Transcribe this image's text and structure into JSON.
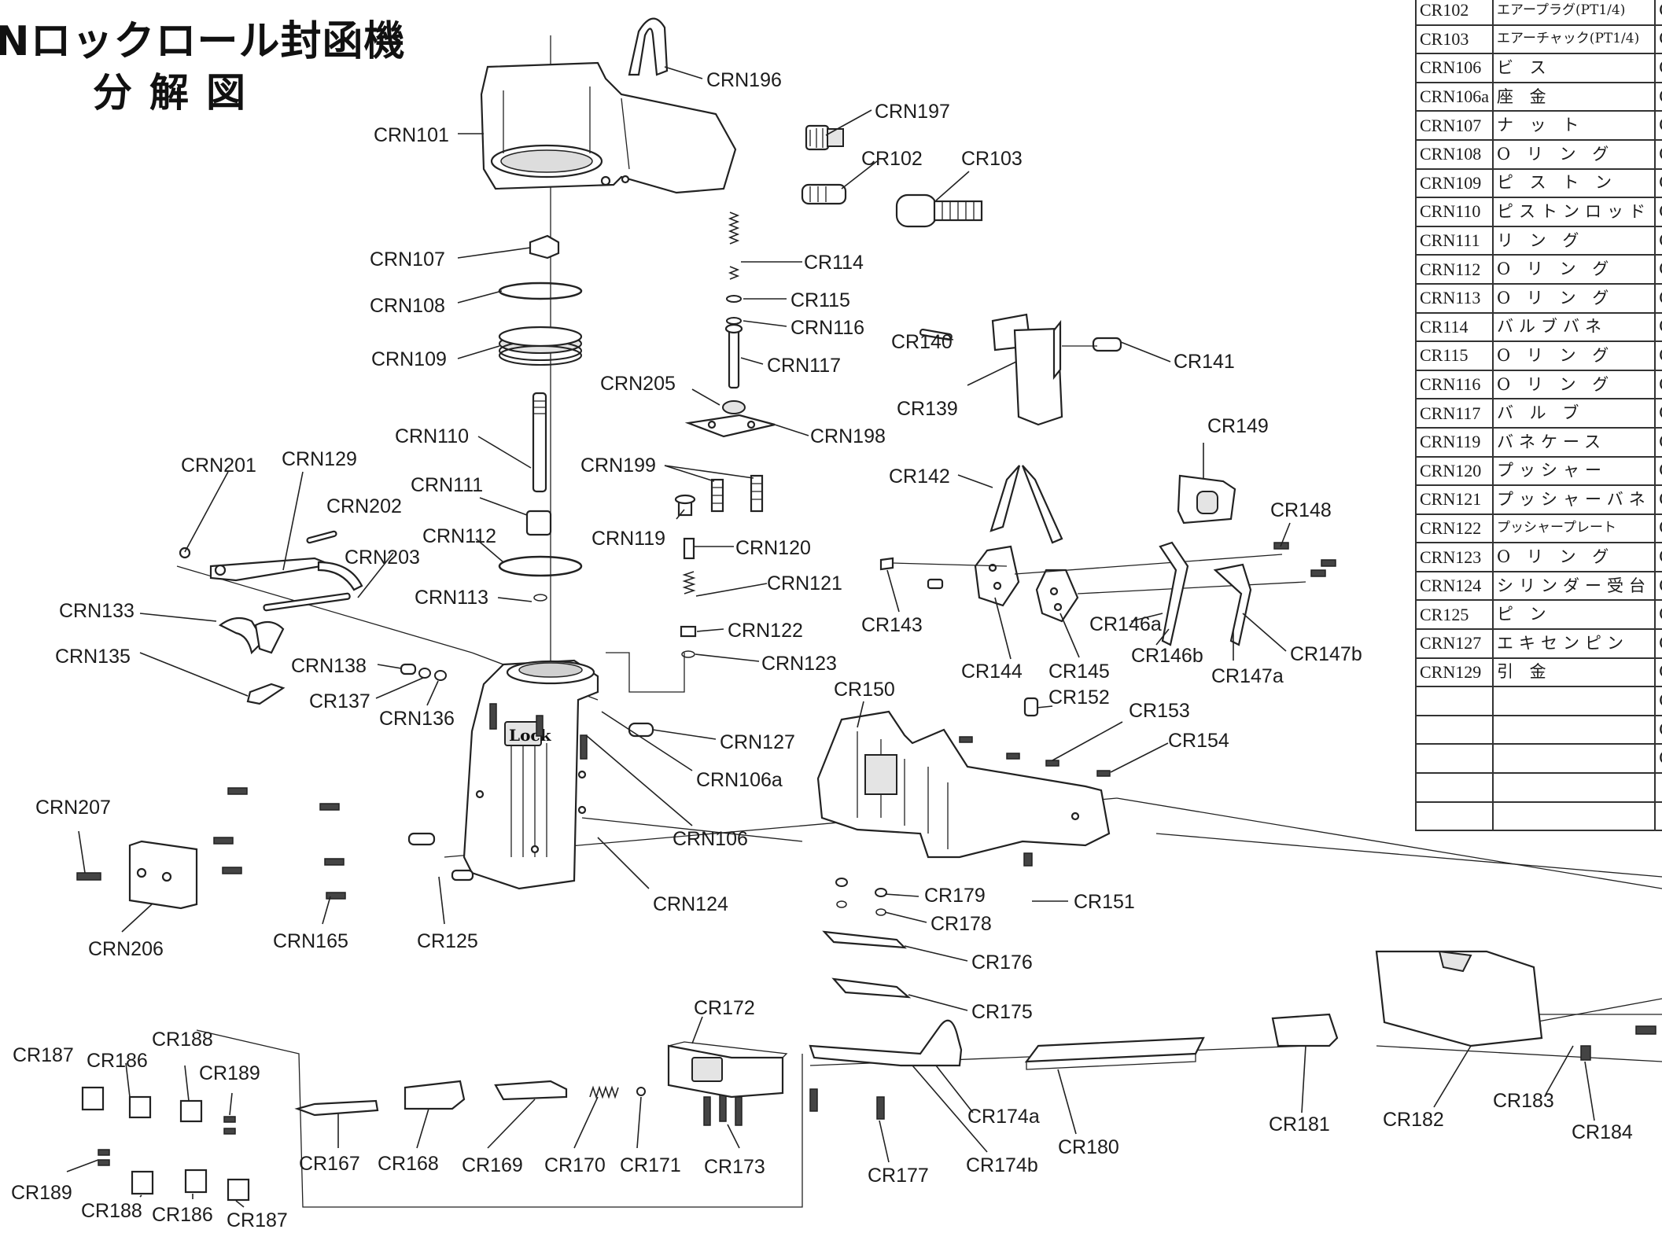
{
  "title": {
    "line1": "Nロックロール封函機",
    "line2": "分解図"
  },
  "parts_table": {
    "rows": [
      {
        "code": "CR102",
        "name": "エアープラグ(PT1/4)",
        "tight": true,
        "extra": "C"
      },
      {
        "code": "CR103",
        "name": "エアーチャック(PT1/4)",
        "tight": true,
        "extra": "C"
      },
      {
        "code": "CRN106",
        "name": "ビ ス",
        "tight": false,
        "extra": "C"
      },
      {
        "code": "CRN106a",
        "name": "座 金",
        "tight": false,
        "extra": "C"
      },
      {
        "code": "CRN107",
        "name": "ナ ッ ト",
        "tight": false,
        "extra": "C"
      },
      {
        "code": "CRN108",
        "name": "O リ ン グ",
        "tight": false,
        "extra": "C"
      },
      {
        "code": "CRN109",
        "name": "ピ ス ト ン",
        "tight": false,
        "extra": "C"
      },
      {
        "code": "CRN110",
        "name": "ピストンロッド",
        "tight": false,
        "extra": "C"
      },
      {
        "code": "CRN111",
        "name": "リ ン グ",
        "tight": false,
        "extra": "C"
      },
      {
        "code": "CRN112",
        "name": "O リ ン グ",
        "tight": false,
        "extra": "C"
      },
      {
        "code": "CRN113",
        "name": "O リ ン グ",
        "tight": false,
        "extra": "C"
      },
      {
        "code": "CR114",
        "name": "バルブバネ",
        "tight": false,
        "extra": "C"
      },
      {
        "code": "CR115",
        "name": "O リ ン グ",
        "tight": false,
        "extra": "C"
      },
      {
        "code": "CRN116",
        "name": "O リ ン グ",
        "tight": false,
        "extra": "C"
      },
      {
        "code": "CRN117",
        "name": "バ ル ブ",
        "tight": false,
        "extra": "C"
      },
      {
        "code": "CRN119",
        "name": "バネケース",
        "tight": false,
        "extra": "C"
      },
      {
        "code": "CRN120",
        "name": "プッシャー",
        "tight": false,
        "extra": "C"
      },
      {
        "code": "CRN121",
        "name": "プッシャーバネ",
        "tight": false,
        "extra": "C"
      },
      {
        "code": "CRN122",
        "name": "プッシャープレート",
        "tight": true,
        "extra": "C"
      },
      {
        "code": "CRN123",
        "name": "O リ ン グ",
        "tight": false,
        "extra": "C"
      },
      {
        "code": "CRN124",
        "name": "シリンダー受台",
        "tight": false,
        "extra": "C"
      },
      {
        "code": "CR125",
        "name": "ピ ン",
        "tight": false,
        "extra": "C"
      },
      {
        "code": "CRN127",
        "name": "エキセンピン",
        "tight": false,
        "extra": "C"
      },
      {
        "code": "CRN129",
        "name": "引 金",
        "tight": false,
        "extra": "C"
      },
      {
        "code": "",
        "name": "",
        "tight": false,
        "extra": "C"
      },
      {
        "code": "",
        "name": "",
        "tight": false,
        "extra": "C"
      },
      {
        "code": "",
        "name": "",
        "tight": false,
        "extra": "C"
      },
      {
        "code": "",
        "name": "",
        "tight": false,
        "extra": ""
      },
      {
        "code": "",
        "name": "",
        "tight": false,
        "extra": ""
      }
    ]
  },
  "callouts": {
    "CRN196": "CRN196",
    "CRN197": "CRN197",
    "CRN101": "CRN101",
    "CR102": "CR102",
    "CR103": "CR103",
    "CRN107": "CRN107",
    "CRN108": "CRN108",
    "CRN109": "CRN109",
    "CRN110": "CRN110",
    "CRN111": "CRN111",
    "CRN112": "CRN112",
    "CRN113": "CRN113",
    "CR114": "CR114",
    "CR115": "CR115",
    "CRN116": "CRN116",
    "CRN117": "CRN117",
    "CRN205": "CRN205",
    "CRN198": "CRN198",
    "CRN199": "CRN199",
    "CRN119": "CRN119",
    "CRN120": "CRN120",
    "CRN121": "CRN121",
    "CRN122": "CRN122",
    "CRN123": "CRN123",
    "CRN201": "CRN201",
    "CRN129": "CRN129",
    "CRN202": "CRN202",
    "CRN203": "CRN203",
    "CRN133": "CRN133",
    "CRN135": "CRN135",
    "CRN138": "CRN138",
    "CR137": "CR137",
    "CRN136": "CRN136",
    "CRN127": "CRN127",
    "CRN106a": "CRN106a",
    "CRN106": "CRN106",
    "CRN124": "CRN124",
    "CRN207": "CRN207",
    "CRN206": "CRN206",
    "CRN165": "CRN165",
    "CR125": "CR125",
    "CR140": "CR140",
    "CR141": "CR141",
    "CR139": "CR139",
    "CR149": "CR149",
    "CR142": "CR142",
    "CR148": "CR148",
    "CR143": "CR143",
    "CR144": "CR144",
    "CR145": "CR145",
    "CR146a": "CR146a",
    "CR146b": "CR146b",
    "CR147a": "CR147a",
    "CR147b": "CR147b",
    "CR150": "CR150",
    "CR152": "CR152",
    "CR153": "CR153",
    "CR154": "CR154",
    "CR151": "CR151",
    "CR179": "CR179",
    "CR178": "CR178",
    "CR176": "CR176",
    "CR175": "CR175",
    "CR172": "CR172",
    "CR174a": "CR174a",
    "CR174b": "CR174b",
    "CR177": "CR177",
    "CR180": "CR180",
    "CR181": "CR181",
    "CR182": "CR182",
    "CR183": "CR183",
    "CR184": "CR184",
    "CR167": "CR167",
    "CR168": "CR168",
    "CR169": "CR169",
    "CR170": "CR170",
    "CR171": "CR171",
    "CR173": "CR173",
    "CR187_top": "CR187",
    "CR186_top": "CR186",
    "CR188_top": "CR188",
    "CR189_top": "CR189",
    "CR189_bot": "CR189",
    "CR188_bot": "CR188",
    "CR186_bot": "CR186",
    "CR187_bot": "CR187",
    "lock_badge": "Lock"
  }
}
